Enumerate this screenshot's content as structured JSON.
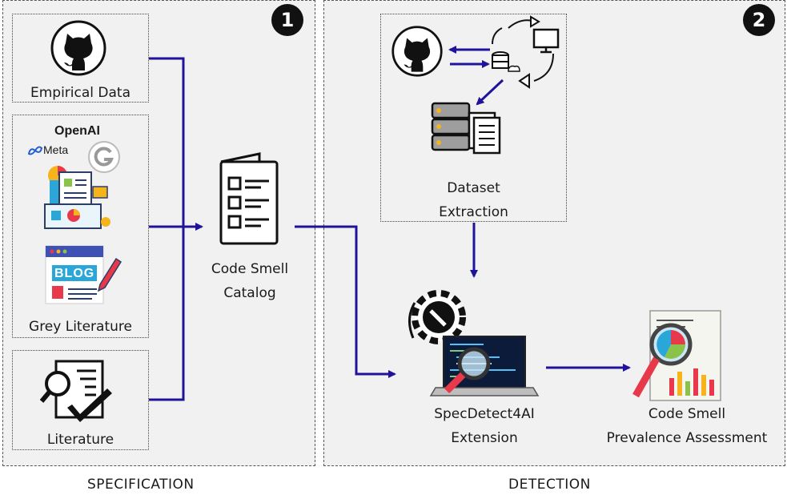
{
  "panels": {
    "specification": {
      "badge": "1",
      "footer": "SPECIFICATION"
    },
    "detection": {
      "badge": "2",
      "footer": "DETECTION"
    }
  },
  "sources": {
    "empirical": "Empirical Data",
    "grey": "Grey Literature",
    "literature": "Literature"
  },
  "grey_brands": {
    "openai": "OpenAI",
    "meta": "Meta",
    "blog": "BLOG"
  },
  "catalog": {
    "line1": "Code Smell",
    "line2": "Catalog"
  },
  "dataset": {
    "line1": "Dataset",
    "line2": "Extraction"
  },
  "tool": {
    "line1": "SpecDetect4AI",
    "line2": "Extension"
  },
  "assessment": {
    "line1": "Code Smell",
    "line2": "Prevalence Assessment"
  },
  "colors": {
    "arrow": "#1f139c",
    "panel_bg": "#f1f1f1"
  }
}
